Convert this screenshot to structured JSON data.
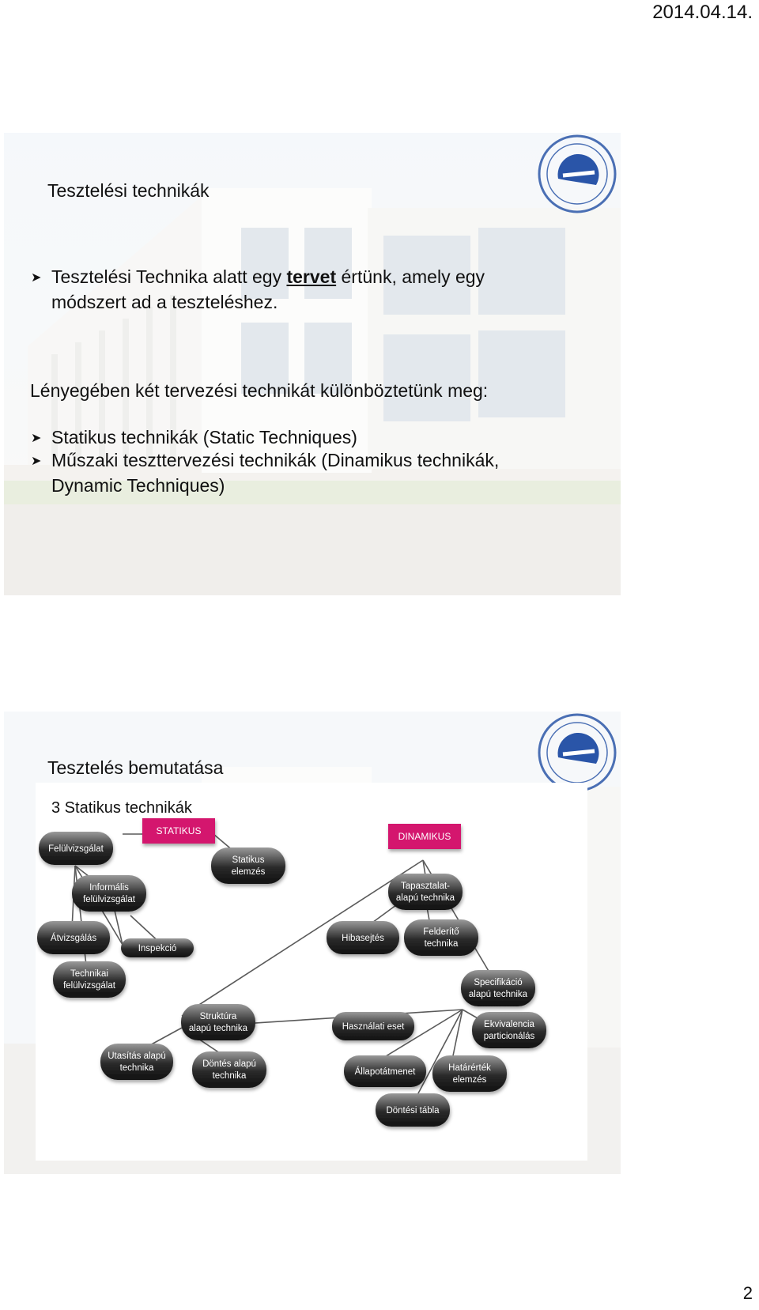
{
  "header": {
    "date": "2014.04.14."
  },
  "footer": {
    "page_number": "2"
  },
  "slide1": {
    "title": "Tesztelési technikák",
    "bullet1": {
      "pre": "Tesztelési Technika  alatt egy ",
      "emph": "tervet",
      "post": " értünk, amely egy",
      "line2": "módszert ad a teszteléshez."
    },
    "intro": "Lényegében két tervezési technikát különböztetünk meg:",
    "bullet2": "Statikus technikák (Static Techniques)",
    "bullet3": {
      "line1": "Műszaki teszttervezési technikák (Dinamikus technikák,",
      "line2": "Dynamic Techniques)"
    }
  },
  "slide2": {
    "title": "Tesztelés bemutatása",
    "diagram": {
      "heading": "3 Statikus technikák",
      "statikus": "STATIKUS",
      "dinamikus": "DINAMIKUS",
      "nodes": {
        "felulvizsgalat": "Felülvizsgálat",
        "statikus_elemzes": [
          "Statikus",
          "elemzés"
        ],
        "informalis": [
          "Informális",
          "felülvizsgálat"
        ],
        "atvizsgalas": "Átvizsgálás",
        "inspekcio": "Inspekció",
        "technikai": [
          "Technikai",
          "felülvizsgálat"
        ],
        "tapasztalat": [
          "Tapasztalat-",
          "alapú technika"
        ],
        "hibasejtes": "Hibasejtés",
        "felderito": [
          "Felderítő",
          "technika"
        ],
        "specifikacio": [
          "Specifikáció",
          "alapú technika"
        ],
        "struktura": [
          "Struktúra",
          "alapú technika"
        ],
        "hasznalati": "Használati eset",
        "ekvivalencia": [
          "Ekvivalencia",
          "particionálás"
        ],
        "utasitas": [
          "Utasítás alapú",
          "technika"
        ],
        "dontes_alapu": [
          "Döntés alapú",
          "technika"
        ],
        "allapotatmenet": "Állapotátmenet",
        "hatarertek": [
          "Határérték",
          "elemzés"
        ],
        "dontesi_tabla": "Döntési tábla"
      }
    }
  },
  "colors": {
    "magenta": "#d4166e",
    "pill_dark": "#2a2a2a",
    "pill_light": "#9a9a9a"
  }
}
